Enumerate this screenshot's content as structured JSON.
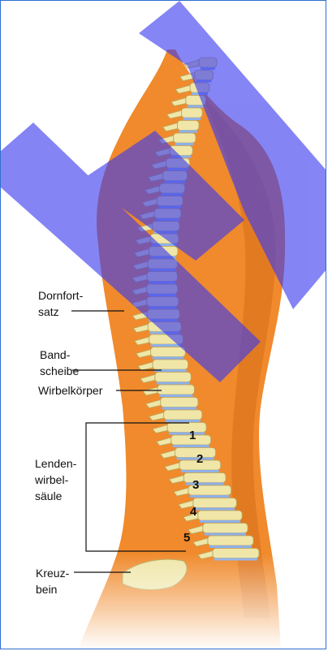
{
  "labels": {
    "dornfortsatz": "Dornfort-\nsatz",
    "bandscheibe": "Band-\nscheibe",
    "wirbelkoerper": "Wirbelkörper",
    "lendenwirbelsaeule": "Lenden-\nwirbel-\nsäule",
    "kreuzbein": "Kreuz-\nbein"
  },
  "lumbar_numbers": [
    "1",
    "2",
    "3",
    "4",
    "5"
  ],
  "colors": {
    "body": "#f08a2c",
    "bone": "#efe6a8",
    "disc": "#8fb0e8",
    "overlay": "#3a3af0",
    "frame": "#2f6fd0"
  }
}
